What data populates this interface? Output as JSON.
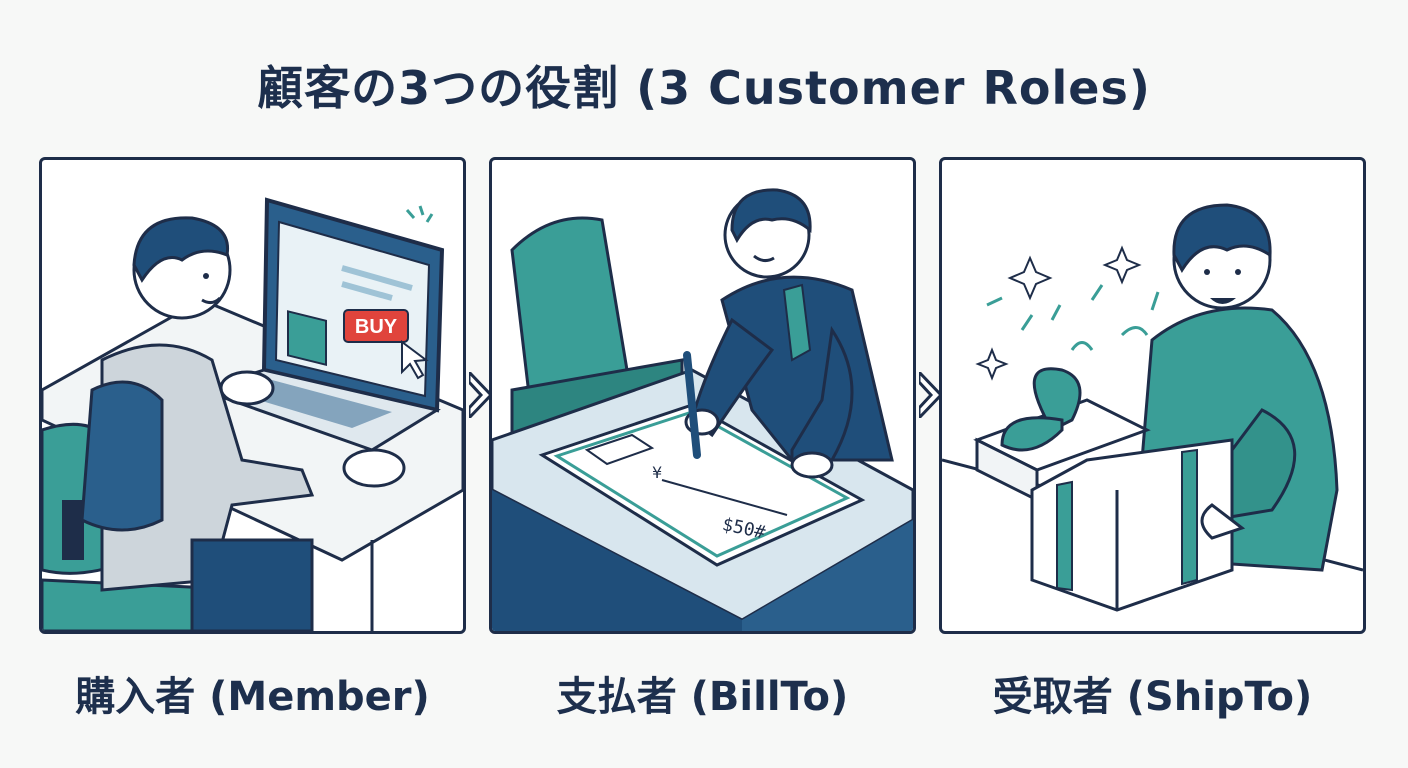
{
  "title": "顧客の3つの役割 (3 Customer Roles)",
  "panels": [
    {
      "caption": "購入者 (Member)",
      "button_label": "BUY"
    },
    {
      "caption": "支払者 (BillTo)",
      "check_amount": "$50#",
      "check_symbol": "¥"
    },
    {
      "caption": "受取者 (ShipTo)"
    }
  ],
  "colors": {
    "navy": "#1d2f4d",
    "teal": "#3a9e97",
    "blue": "#1f5b8c",
    "buy_red": "#e0443c"
  }
}
